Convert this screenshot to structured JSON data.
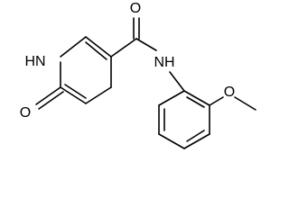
{
  "molecule": {
    "atoms": {
      "carbonyl_oxygen": "O",
      "amide_nh": "NH",
      "ring_nh": "HN",
      "pyridone_oxygen": "O",
      "methoxy_oxygen": "O"
    }
  }
}
